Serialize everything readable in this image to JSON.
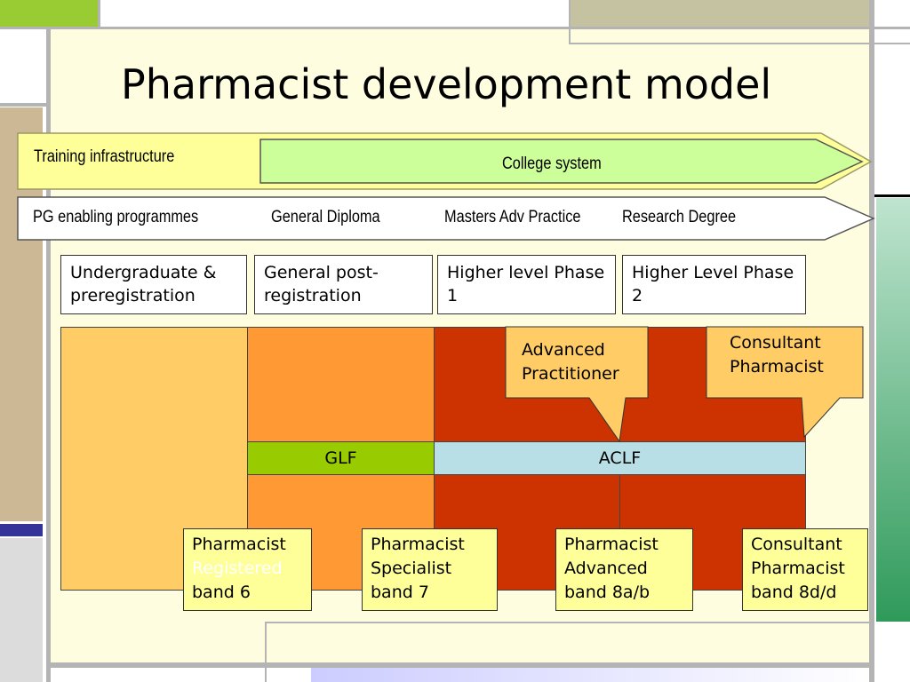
{
  "slide": {
    "title": "Pharmacist development model"
  },
  "arrows": {
    "training_infrastructure": "Training infrastructure",
    "college_system": "College system",
    "pg_programmes": "PG enabling programmes",
    "general_diploma": "General Diploma",
    "masters": "Masters Adv Practice",
    "research": "Research Degree"
  },
  "stages": [
    {
      "label": "Undergraduate & preregistration"
    },
    {
      "label": "General post-registration"
    },
    {
      "label": "Higher level Phase 1"
    },
    {
      "label": "Higher Level Phase 2"
    }
  ],
  "frameworks": {
    "glf": "GLF",
    "aclf": "ACLF"
  },
  "callouts": {
    "advanced_practitioner": "Advanced Practitioner",
    "consultant_pharmacist": "Consultant Pharmacist"
  },
  "bands": [
    {
      "line1": "Pharmacist",
      "line2": "Registered",
      "line3": "band 6"
    },
    {
      "line1": "Pharmacist",
      "line2": "Specialist",
      "line3": "band 7"
    },
    {
      "line1": "Pharmacist",
      "line2": "Advanced",
      "line3": "band 8a/b"
    },
    {
      "line1": "Consultant",
      "line2": "Pharmacist",
      "line3": "band 8d/d"
    }
  ],
  "colors": {
    "slide_bg": "#fffde0",
    "undergrad_block": "#ffcc66",
    "post_reg_block": "#ff9933",
    "higher_block": "#cc3300",
    "glf": "#99cc00",
    "aclf": "#b8dfe6",
    "college_arrow": "#ccff99",
    "band_box": "#ffff99",
    "callout": "#ffcc66"
  }
}
